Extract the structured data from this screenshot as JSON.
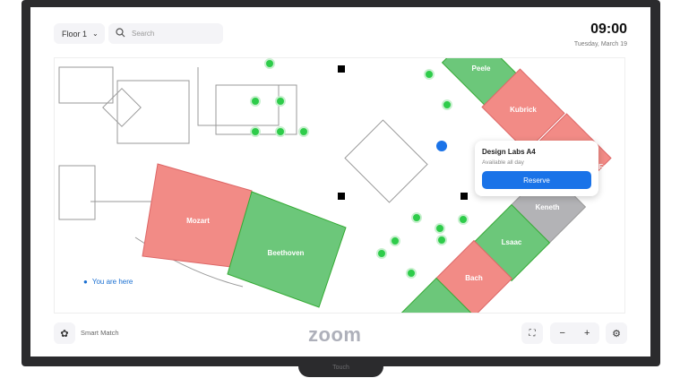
{
  "header": {
    "floor": "Floor 1",
    "search_placeholder": "Search",
    "time": "09:00",
    "date": "Tuesday, March 19"
  },
  "rooms": [
    {
      "name": "Mozart",
      "status": "busy"
    },
    {
      "name": "Beethoven",
      "status": "available"
    },
    {
      "name": "Peele",
      "status": "available"
    },
    {
      "name": "Kubrick",
      "status": "busy"
    },
    {
      "name": "Fritz",
      "status": "busy",
      "visible_label": "zt"
    },
    {
      "name": "Keneth",
      "status": "unavailable"
    },
    {
      "name": "Lsaac",
      "status": "available"
    },
    {
      "name": "Bach",
      "status": "busy"
    }
  ],
  "colors": {
    "available": "#6cc77a",
    "busy": "#f28b86",
    "unavailable": "#b3b3b6",
    "accent": "#1a73e8",
    "desk_available": "#2ecc4a"
  },
  "popup": {
    "title": "Design Labs A4",
    "subtitle": "Available all day",
    "button": "Reserve"
  },
  "location": {
    "label": "You are here"
  },
  "footer": {
    "smart_match": "Smart Match",
    "logo": "zoom",
    "zoom_out": "−",
    "zoom_in": "+"
  },
  "device": {
    "label": "Touch"
  }
}
